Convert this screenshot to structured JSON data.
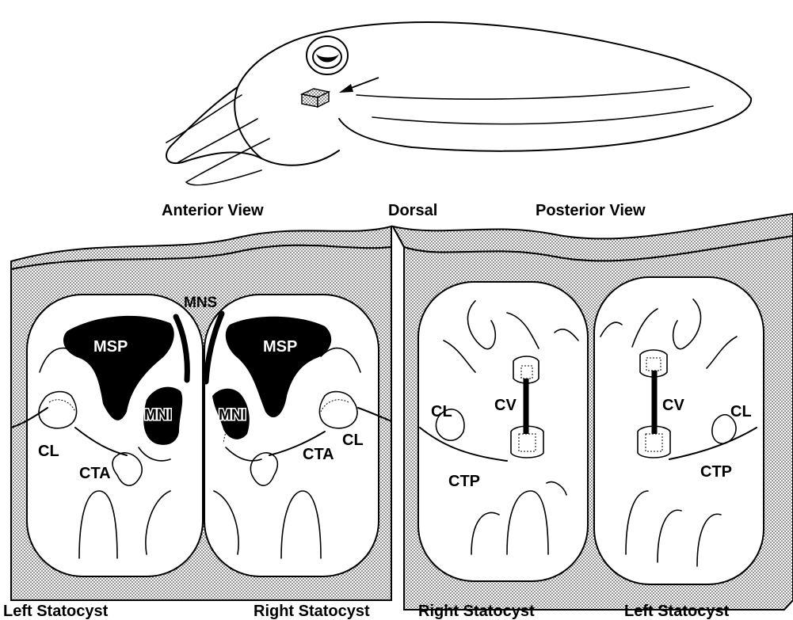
{
  "header_labels": {
    "anterior": "Anterior View",
    "dorsal": "Dorsal",
    "posterior": "Posterior View"
  },
  "footer_labels": {
    "left_statocyst_a": "Left Statocyst",
    "right_statocyst_a": "Right Statocyst",
    "right_statocyst_b": "Right Statocyst",
    "left_statocyst_b": "Left Statocyst"
  },
  "anterior_labels": {
    "mns": "MNS",
    "msp_left": "MSP",
    "msp_right": "MSP",
    "mni_left": "MNI",
    "mni_right": "MNI",
    "cl_left": "CL",
    "cl_right": "CL",
    "cta_left": "CTA",
    "cta_right": "CTA"
  },
  "posterior_labels": {
    "cl_left": "CL",
    "cl_right": "CL",
    "cv_left": "CV",
    "cv_right": "CV",
    "ctp_left": "CTP",
    "ctp_right": "CTP"
  },
  "colors": {
    "ink": "#000000",
    "paper": "#ffffff"
  }
}
